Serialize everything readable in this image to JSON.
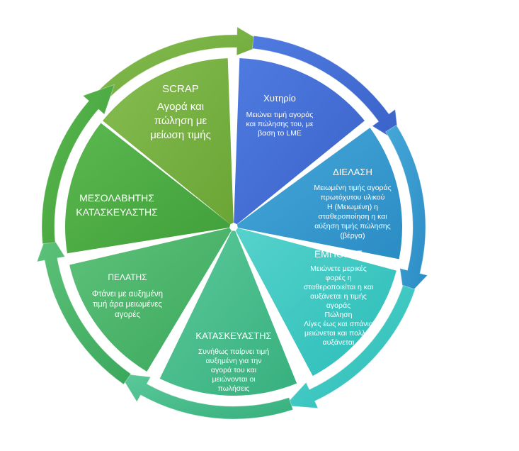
{
  "segments": [
    {
      "id": "scrap",
      "title": "SCRAP",
      "lines": [
        "Αγορά και",
        "πώληση με",
        "μείωση τιμής"
      ],
      "color_dark": "#6aa535",
      "color_light": "#86bd51"
    },
    {
      "id": "xytirio",
      "title": "Χυτηρίο",
      "lines": [
        "Μειώνει τιμή αγοράς",
        "και πώλησης του, με",
        "βαση το LME"
      ],
      "color_dark": "#3a62c9",
      "color_light": "#4f7be0"
    },
    {
      "id": "dielasi",
      "title": "ΔΙΕΛΑΣΗ",
      "lines": [
        "Μειωμένη τιμής  αγοράς",
        "πρωτόχυτου υλικού",
        "Η (Μειωμένη)  η",
        "σταθεροποίηση η και",
        "αύξηση  τιμής πώλησης",
        "(βέργα)"
      ],
      "color_dark": "#2a8cc4",
      "color_light": "#46a8d8"
    },
    {
      "id": "emporas",
      "title": "ΕΜΠΟΡΑΣ",
      "lines": [
        "Μειώνετε  μερικές",
        "φορές η",
        "σταθεροποιείται η και",
        "αυξάνεται  η  τιμής",
        "αγοράς",
        "Πώληση",
        "Λίγες έως και σπάνια",
        "μειώνεται  και πολλές",
        "αυξάνεται"
      ],
      "color_dark": "#2bbdb8",
      "color_light": "#56d2cc"
    },
    {
      "id": "kataskeyastis",
      "title": "ΚΑΤΑΣΚΕΥΑΣΤΗΣ",
      "lines": [
        "Συνήθως παίρνει  τιμή",
        "αυξημένη για την",
        "αγορά του  και",
        "μειώνονται   οι",
        "πωλήσεις"
      ],
      "color_dark": "#37b07e",
      "color_light": "#5cc99a"
    },
    {
      "id": "pelatis",
      "title": "ΠΕΛΑΤΗΣ",
      "lines": [
        "Φτάνει με αυξημένη",
        "τιμή  άρα μειωμένες",
        "αγορές"
      ],
      "color_dark": "#3aa85c",
      "color_light": "#5ec27a"
    },
    {
      "id": "mesolavitis",
      "title": "",
      "lines": [
        "ΜΕΣΟΛΑΒΗΤΗΣ",
        "ΚΑΤΑΣΚΕΥΑΣΤΗΣ"
      ],
      "color_dark": "#3f9f3a",
      "color_light": "#5cb84f"
    }
  ]
}
